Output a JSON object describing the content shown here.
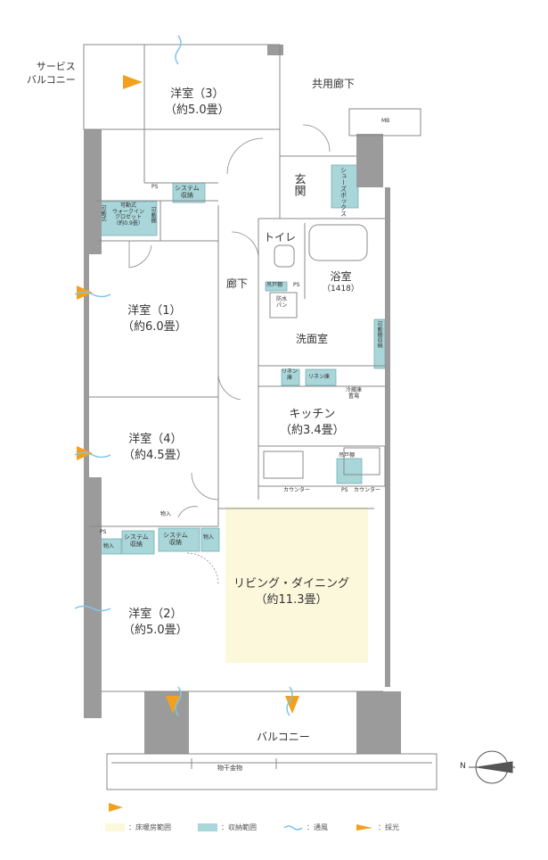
{
  "rooms": {
    "bedroom3": {
      "name": "洋室（3）",
      "area": "（約5.0畳）"
    },
    "bedroom1": {
      "name": "洋室（1）",
      "area": "（約6.0畳）"
    },
    "bedroom4": {
      "name": "洋室（4）",
      "area": "（約4.5畳）"
    },
    "bedroom2": {
      "name": "洋室（2）",
      "area": "（約5.0畳）"
    },
    "kitchen": {
      "name": "キッチン",
      "area": "（約3.4畳）"
    },
    "living": {
      "name": "リビング・ダイニング",
      "area": "（約11.3畳）"
    },
    "bath": {
      "name": "浴室",
      "size": "（1418）"
    },
    "entrance": "玄関",
    "toilet": "トイレ",
    "hallway": "廊下",
    "washroom": "洗面室"
  },
  "outside": {
    "service_balcony": "サービス\nバルコニー",
    "common_corridor": "共用廊下",
    "balcony": "バルコニー",
    "drying_rack": "物干金物",
    "mb": "MB"
  },
  "storage": {
    "system1": "システム\n収納",
    "system2": "システム\n収納",
    "system3": "システム\n収納",
    "walk_in_main": "可動式\nウォークイン\nクロゼット\n（約0.9畳）",
    "movable_left": "可動式",
    "movable_right": "可動棚",
    "shoes_box": "シューズボックス",
    "linen1": "リネン\n庫",
    "linen2": "リネン庫",
    "tall_storage": "可動棚収納",
    "hanging_cabinet": "吊戸棚",
    "hanging_cabinet_toilet": "吊戸棚",
    "fridge": "冷蔵庫\n置場",
    "counter1": "カウンター",
    "counter2": "カウンター",
    "closet1": "物入",
    "closet2": "物入",
    "closet3": "物入",
    "waterproof_pan": "防水\nパン"
  },
  "ps_labels": [
    "PS",
    "PS",
    "PS",
    "PS"
  ],
  "compass": "N",
  "legend": [
    {
      "label": "：床暖房範囲",
      "color": "#fbf8dc"
    },
    {
      "label": "：収納範囲",
      "color": "#a9d6d9"
    },
    {
      "label": "：通風",
      "icon": "wind-icon",
      "color": "#7ec6e6"
    },
    {
      "label": "：採光",
      "icon": "light-icon",
      "color": "#f2a11f"
    }
  ],
  "colors": {
    "wall": "#9b9b9b",
    "line": "#8a8a8a",
    "storage": "#a9d6d9",
    "floor_heating": "#fbf8dc",
    "wind": "#7ec6e6",
    "light": "#f2a11f"
  }
}
